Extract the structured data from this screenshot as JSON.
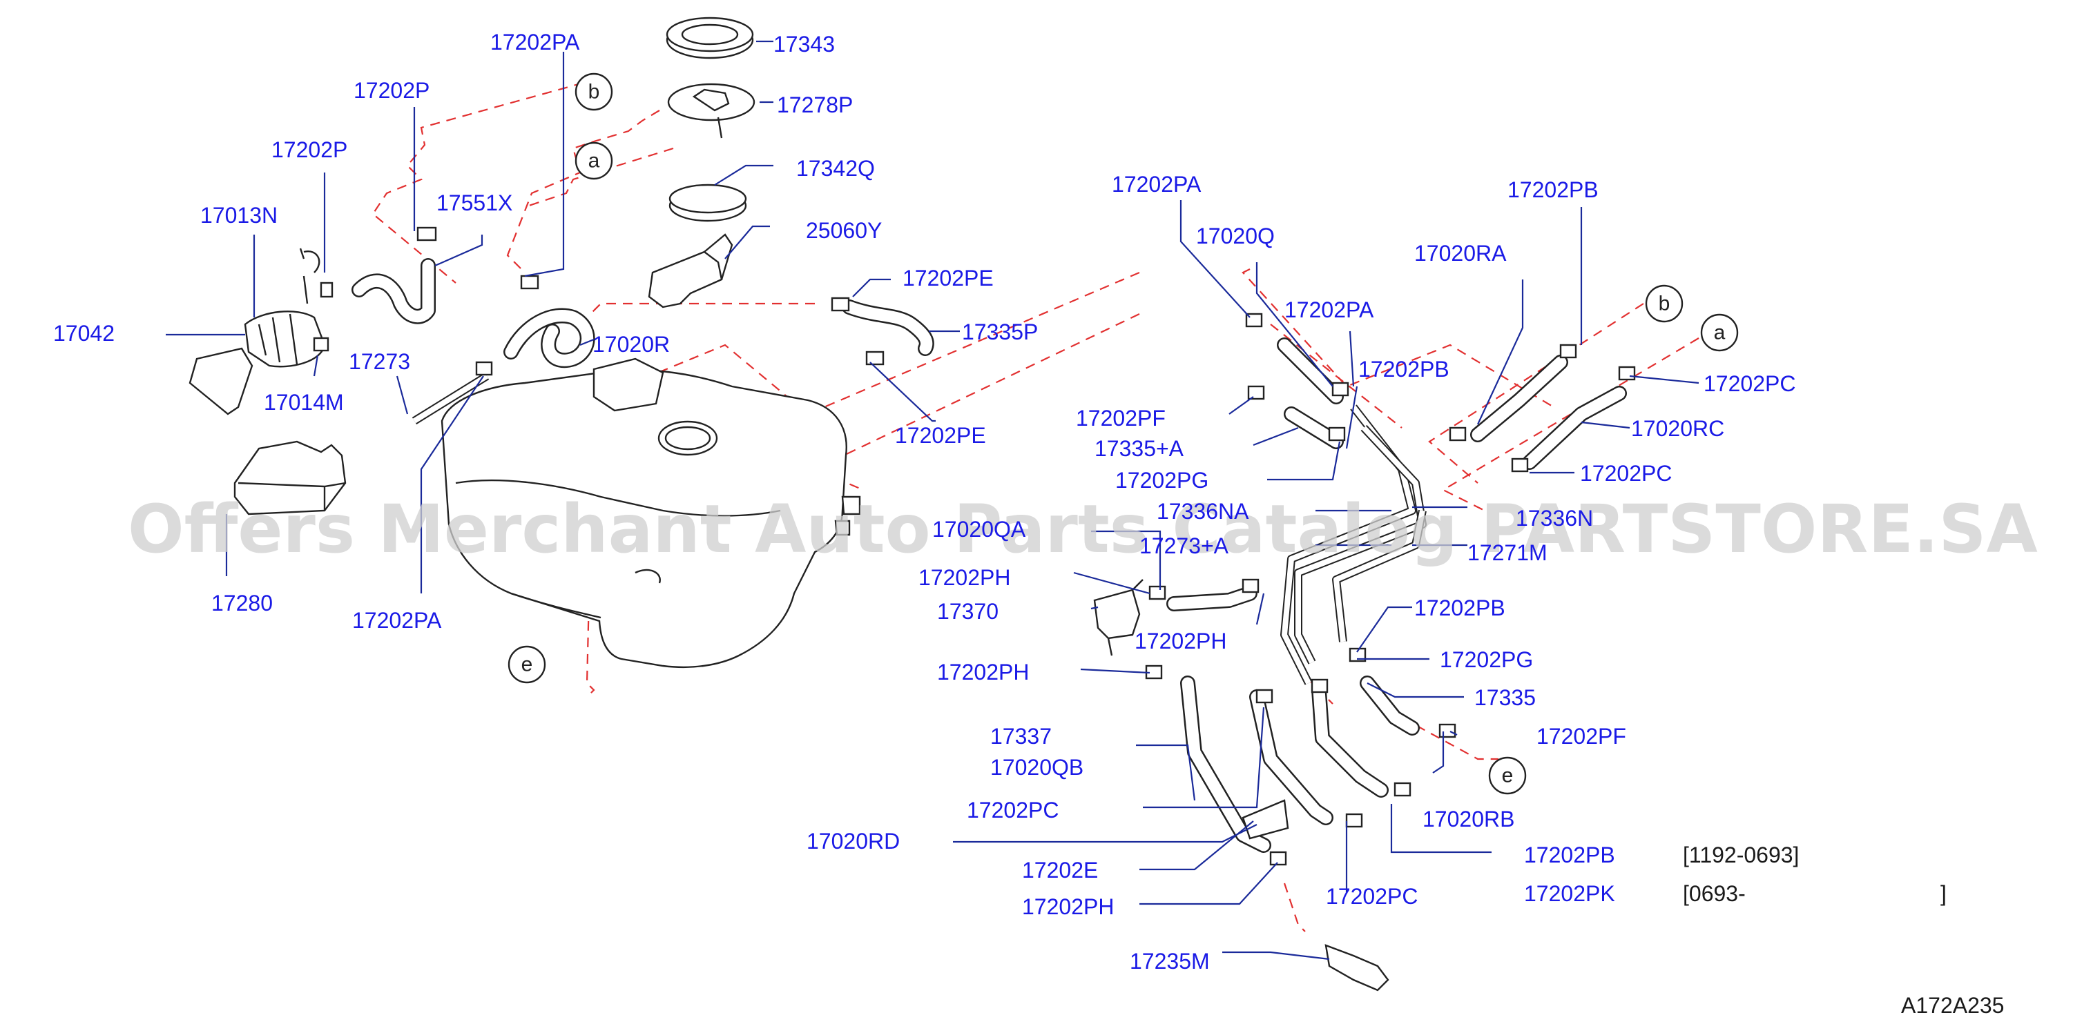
{
  "diagram": {
    "labels": {
      "p17202PA_top": "17202PA",
      "p17343": "17343",
      "p17202P_a": "17202P",
      "p17278P": "17278P",
      "p17202P_b": "17202P",
      "p17342Q": "17342Q",
      "p17551X": "17551X",
      "p17013N": "17013N",
      "p25060Y": "25060Y",
      "p17202PE_top": "17202PE",
      "p17042": "17042",
      "p17335P": "17335P",
      "p17273": "17273",
      "p17020R": "17020R",
      "p17014M": "17014M",
      "p17202PE_mid": "17202PE",
      "p17280": "17280",
      "p17202PA_left": "17202PA",
      "p17202PA_r1": "17202PA",
      "p17020Q": "17020Q",
      "p17202PA_r2": "17202PA",
      "p17202PB_top": "17202PB",
      "p17020RA": "17020RA",
      "p17202PB_mid": "17202PB",
      "p17202PC_r1": "17202PC",
      "p17020RC": "17020RC",
      "p17202PC_r2": "17202PC",
      "p17202PF_a": "17202PF",
      "p17335A": "17335+A",
      "p17202PG_a": "17202PG",
      "p17336NA": "17336NA",
      "p17020QA": "17020QA",
      "p17273A": "17273+A",
      "p17336N": "17336N",
      "p17271M": "17271M",
      "p17202PH_a": "17202PH",
      "p17370": "17370",
      "p17202PH_b": "17202PH",
      "p17202PB_r": "17202PB",
      "p17202PG_b": "17202PG",
      "p17202PH_c": "17202PH",
      "p17335": "17335",
      "p17202PF_b": "17202PF",
      "p17337": "17337",
      "p17020QB": "17020QB",
      "p17202PC_low": "17202PC",
      "p17020RB": "17020RB",
      "p17020RD": "17020RD",
      "p17202PB_low": "17202PB",
      "p17202E": "17202E",
      "p17202PK": "17202PK",
      "p17202PC_bot": "17202PC",
      "p17202PH_d": "17202PH",
      "p17235M": "17235M"
    },
    "markers": {
      "b_left": "b",
      "a_left": "a",
      "b_right": "b",
      "a_right": "a",
      "e_left": "e",
      "e_right": "e"
    },
    "date_codes": {
      "range_1": "[1192-0693]",
      "range_2": "[0693-",
      "range_2_close": "]"
    },
    "watermark": "Offers Merchant Auto Parts Catalog PARTSTORE.SA",
    "figure_code": "A172A235",
    "colors": {
      "label": "#1a1ae6",
      "leader": "#1a2a9a",
      "dashed_line": "#e23030",
      "outline": "#222222",
      "watermark": "#cfcfcf"
    }
  }
}
